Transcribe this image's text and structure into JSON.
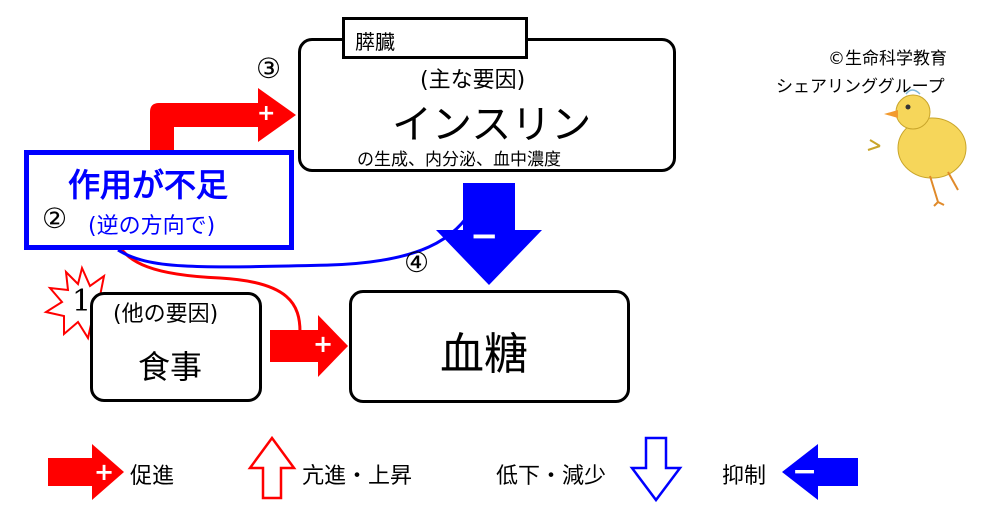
{
  "credit": {
    "line1": "©生命科学教育",
    "line2": "シェアリンググループ"
  },
  "pancreas": {
    "organ_label": "膵臓",
    "number": "③",
    "subtitle": "(主な要因)",
    "title": "インスリン",
    "detail": "の生成、内分泌、血中濃度"
  },
  "deficiency": {
    "title": "作用が不足",
    "number": "②",
    "subtitle": "(逆の方向で)"
  },
  "meal": {
    "number": "1",
    "subtitle": "(他の要因)",
    "title": "食事"
  },
  "blood_sugar": {
    "number": "④",
    "title": "血糖"
  },
  "signs": {
    "plus": "+",
    "minus": "−"
  },
  "legend": {
    "promote": "促進",
    "increase": "亢進・上昇",
    "decrease": "低下・減少",
    "inhibit": "抑制"
  },
  "colors": {
    "red": "#ff0000",
    "blue": "#0000ff",
    "chick_body": "#f6d65a",
    "chick_beak": "#f29a2e"
  }
}
